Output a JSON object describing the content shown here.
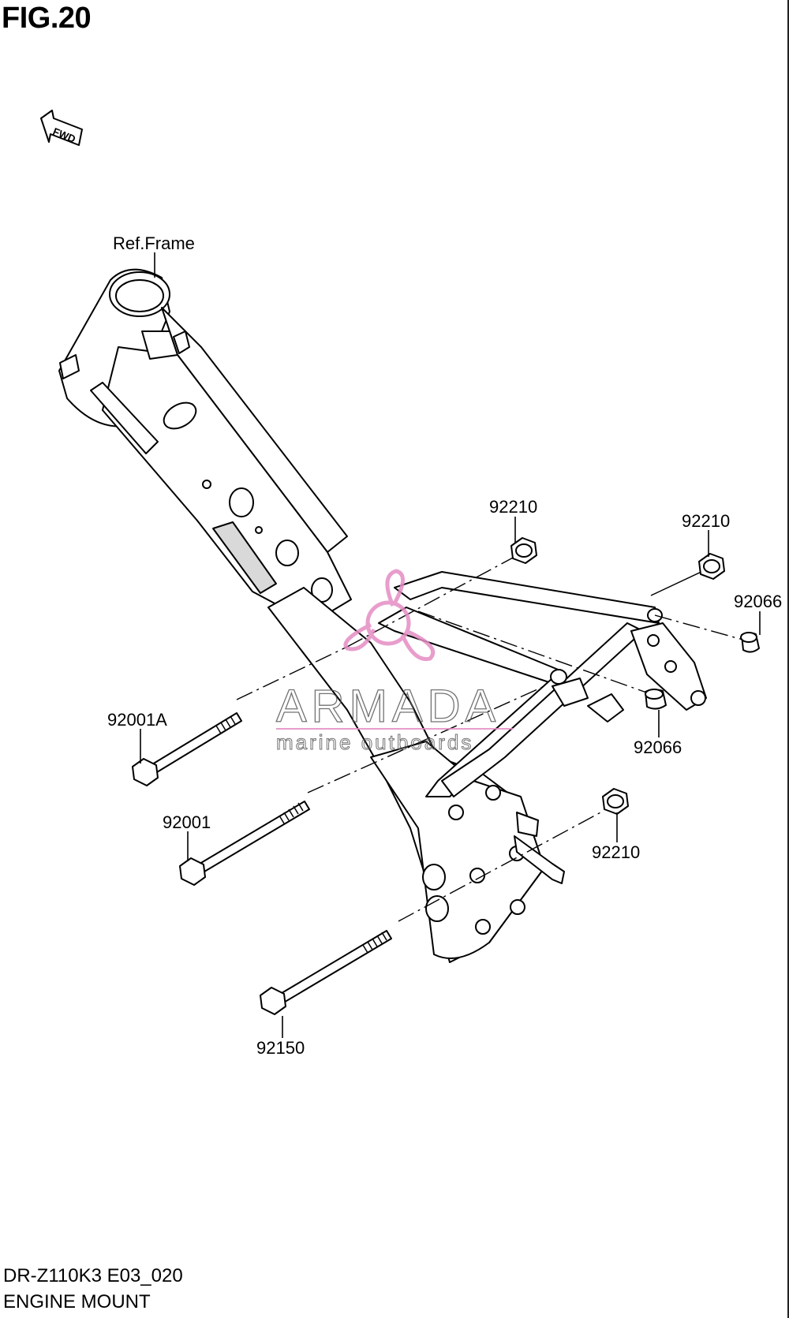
{
  "figure": {
    "title": "FIG.20",
    "model_code": "DR-Z110K3 E03_020",
    "section_name": "ENGINE MOUNT"
  },
  "direction_badge": {
    "label": "FWD"
  },
  "callouts": {
    "ref_frame": "Ref.Frame",
    "nut_top_center": "92210",
    "nut_top_right": "92210",
    "nut_right_lower": "92210",
    "cap_right_upper": "92066",
    "cap_right_lower": "92066",
    "bolt_upper": "92001A",
    "bolt_middle": "92001",
    "bolt_lower": "92150"
  },
  "watermark": {
    "brand": "ARMADA",
    "tagline": "marine outboards",
    "colors": {
      "text": "#5a5a5a",
      "logo": "#e48cc4"
    }
  },
  "colors": {
    "line": "#000000",
    "background": "#ffffff"
  }
}
